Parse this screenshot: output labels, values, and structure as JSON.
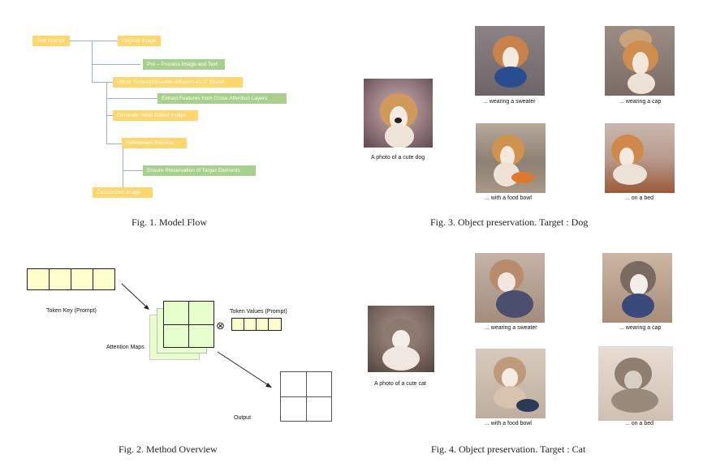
{
  "flow": {
    "text_prompt": "Text Prompt",
    "original_image": "Original Image",
    "preprocess": "Pre – Process Image and Text",
    "model": "Utilize \"runwayml/stable-diffusion-v1-5\" Model",
    "extract": "Extract Features from Cross-Attention Layers",
    "generate": "Generate Initial Edited Image",
    "refinement": "Refinement Process",
    "ensure": "Ensure Preservation of Target Elements",
    "customized": "Customized Image",
    "colors": {
      "yellow": "#ffd66b",
      "green": "#a8d08d",
      "connector": "#8fb4dd"
    }
  },
  "fig1_caption": "Fig. 1.  Model Flow",
  "method": {
    "token_key": "Token Key (Prompt)",
    "token_values": "Token Values (Prompt)",
    "attention_maps": "Attention Maps",
    "output": "Output",
    "operator": "⊗",
    "colors": {
      "key": "#ffffcc",
      "maps": "#e6ffcc",
      "values": "#ffffcc"
    }
  },
  "fig2_caption": "Fig. 2.  Method Overview",
  "dog": {
    "source_caption": "A photo of a cute dog",
    "sweater": "... wearing a sweater",
    "cap": "... wearing a cap",
    "bowl": "... with a food bowl",
    "bed": "... on a bed"
  },
  "fig3_caption": "Fig. 3.  Object preservation. Target : Dog",
  "cat": {
    "source_caption": "A photo of a cute cat",
    "sweater": "... wearing a sweater",
    "cap": "... wearing a cap",
    "bowl": "... with a food bowl",
    "bed": "... on a bed"
  },
  "fig4_caption": "Fig. 4.  Object preservation. Target : Cat"
}
